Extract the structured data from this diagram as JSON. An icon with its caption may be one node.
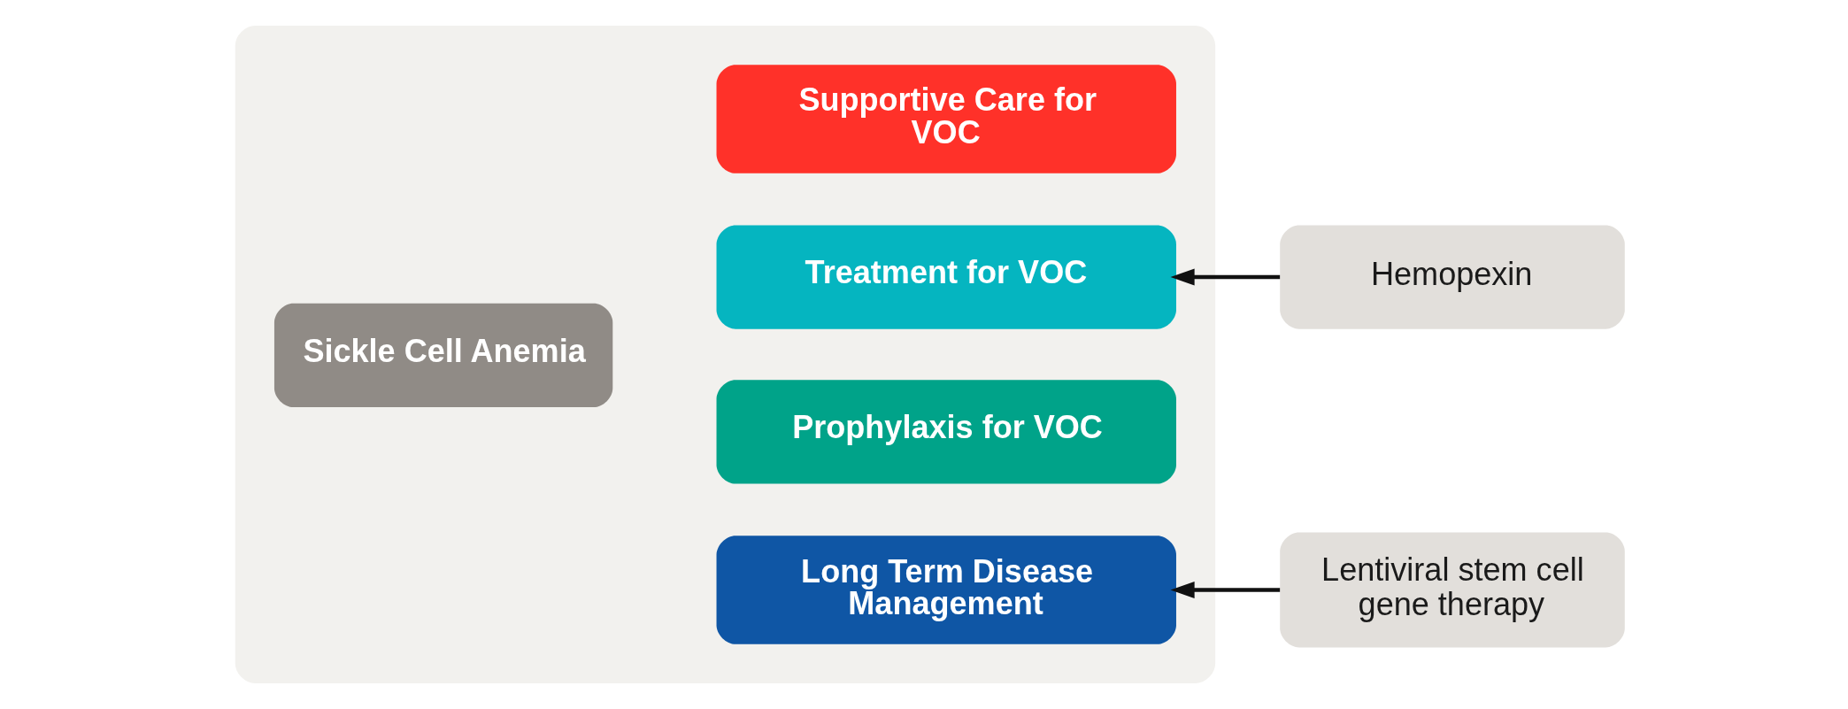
{
  "diagram": {
    "nodes": [
      {
        "text": [],
        "shape": "box"
      },
      {
        "text": [
          "Long Term Disease Management"
        ],
        "in": 0
      },
      {
        "text": [
          "Lentiviral stem cell gene therapy"
        ]
      },
      {
        "text": [
          "Prophylaxis for VOC"
        ],
        "in": 0
      },
      {
        "text": [
          "Sickle Cell Anemia"
        ],
        "in": 0
      },
      {
        "text": [
          "Treatment for VOC"
        ],
        "in": 0
      },
      {
        "text": [
          "Hemopexin"
        ]
      },
      {
        "text": [
          "Supportive Care for VOC"
        ],
        "in": 0
      }
    ],
    "edges": [
      {
        "from": 2,
        "to": 1,
        "arrow": "to"
      },
      {
        "from": 6,
        "to": 5,
        "arrow": "to"
      }
    ]
  }
}
